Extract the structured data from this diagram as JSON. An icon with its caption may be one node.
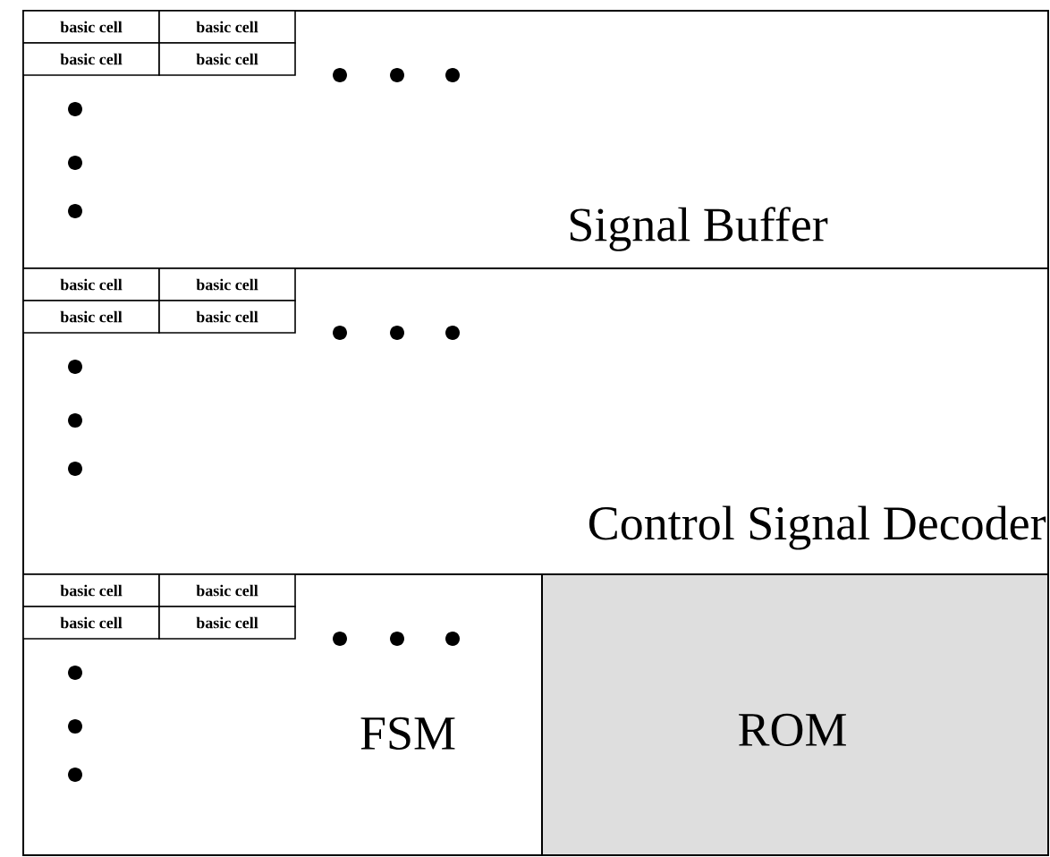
{
  "diagram": {
    "nodes": [
      {
        "text": [
          "Signal Buffer"
        ]
      },
      {
        "text": [
          "basic cell"
        ],
        "in": 0
      },
      {
        "text": [
          "basic cell"
        ],
        "in": 0
      },
      {
        "text": [
          "basic cell"
        ],
        "in": 0
      },
      {
        "text": [
          "basic cell"
        ],
        "in": 0
      },
      {
        "text": [
          "Control Signal Decoder"
        ]
      },
      {
        "text": [
          "basic cell"
        ],
        "in": 5
      },
      {
        "text": [
          "basic cell"
        ],
        "in": 5
      },
      {
        "text": [
          "basic cell"
        ],
        "in": 5
      },
      {
        "text": [
          "basic cell"
        ],
        "in": 5
      },
      {
        "text": [
          "FSM"
        ]
      },
      {
        "text": [
          "basic cell"
        ],
        "in": 10
      },
      {
        "text": [
          "basic cell"
        ],
        "in": 10
      },
      {
        "text": [
          "basic cell"
        ],
        "in": 10
      },
      {
        "text": [
          "basic cell"
        ],
        "in": 10
      },
      {
        "text": [
          "ROM"
        ]
      }
    ]
  }
}
